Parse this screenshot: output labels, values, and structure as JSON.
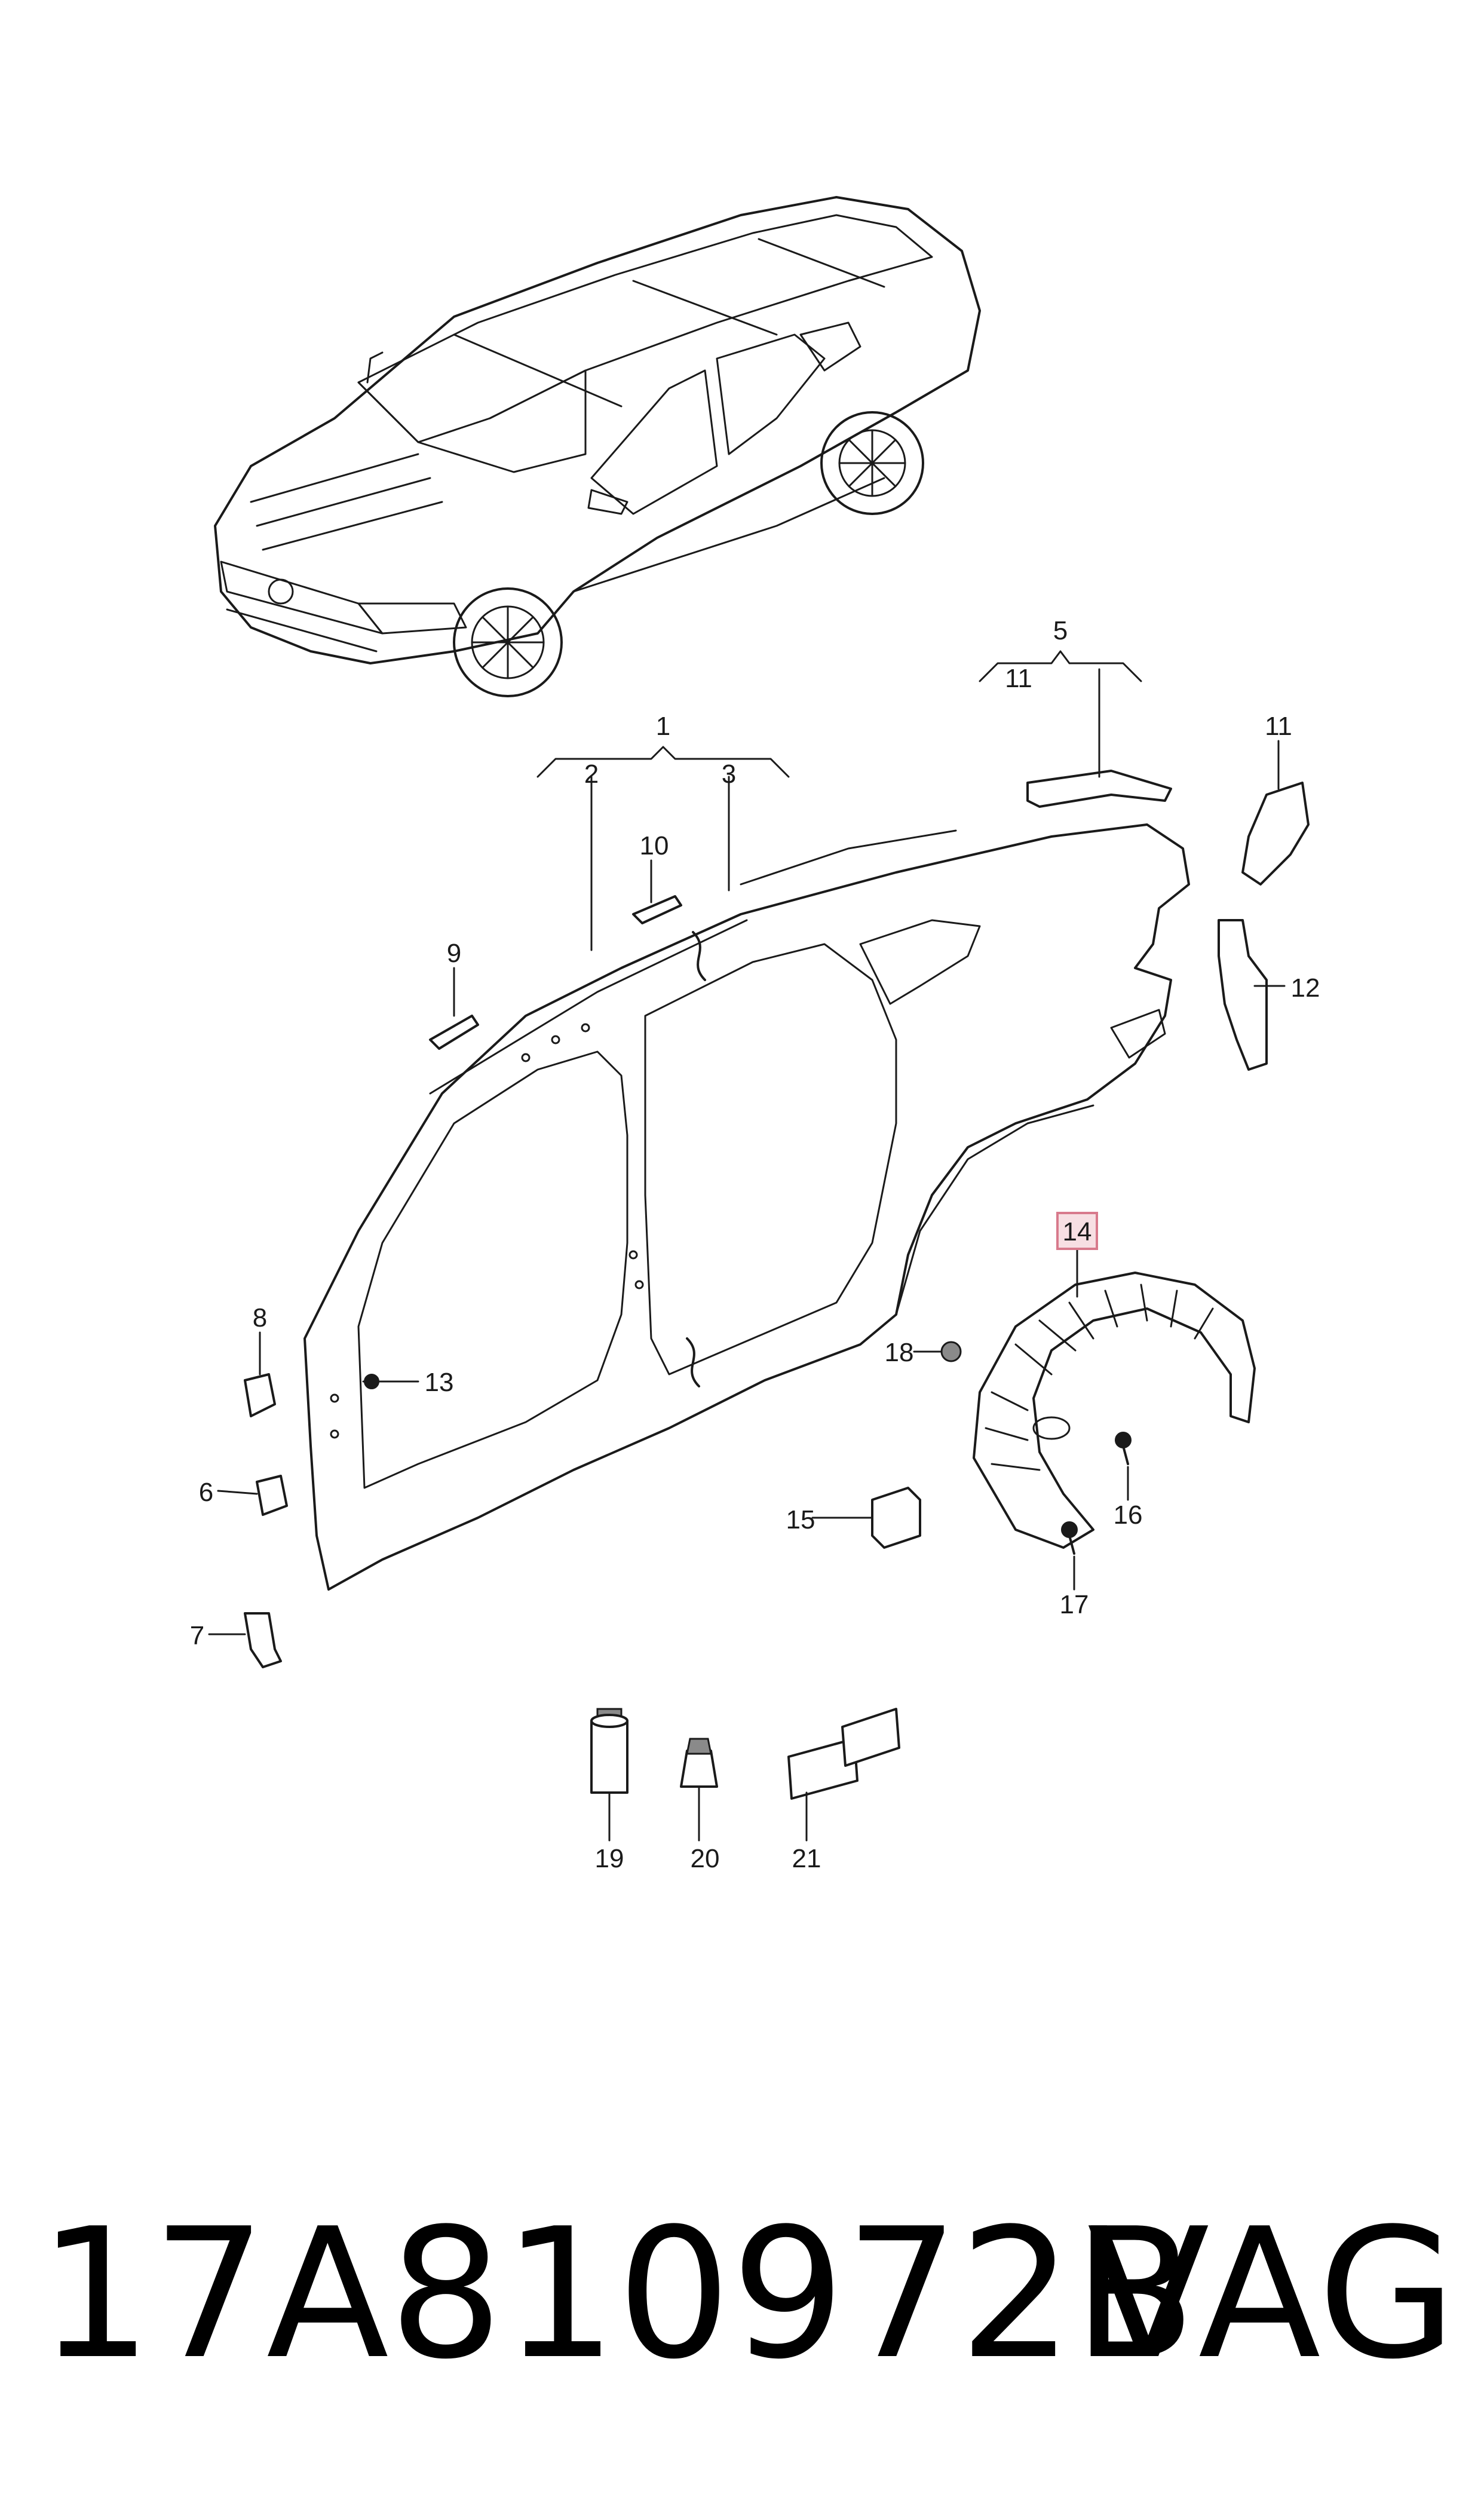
{
  "callouts": {
    "c1": "1",
    "c2": "2",
    "c3": "3",
    "c5": "5",
    "c6": "6",
    "c7": "7",
    "c8": "8",
    "c9": "9",
    "c10": "10",
    "c11a": "11",
    "c11b": "11",
    "c12": "12",
    "c13": "13",
    "c14": "14",
    "c15": "15",
    "c16": "16",
    "c17": "17",
    "c18": "18",
    "c19": "19",
    "c20": "20",
    "c21": "21"
  },
  "highlighted_callout": "14",
  "caption": {
    "part_number": "17A810972B",
    "brand": "VAG"
  },
  "colors": {
    "highlight_fill": "#f7dfe3",
    "highlight_stroke": "#d87a8c",
    "line": "#1a1a1a"
  }
}
